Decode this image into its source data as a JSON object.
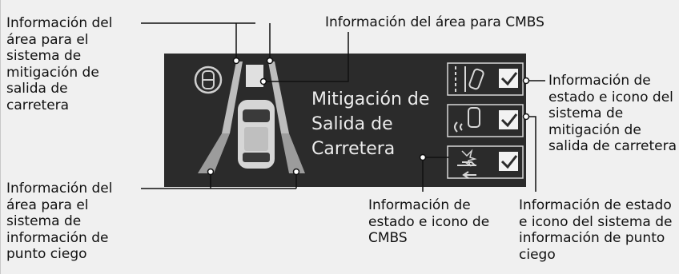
{
  "display": {
    "title_line1": "Mitigación de",
    "title_line2": "Salida de",
    "title_line3": "Carretera"
  },
  "callouts": {
    "rdm_area": [
      "Información del",
      "área para el",
      "sistema de",
      "mitigación de",
      "salida de",
      "carretera"
    ],
    "cmbs_area": [
      "Información del área para CMBS"
    ],
    "rdm_status": [
      "Información de",
      "estado e icono del",
      "sistema de",
      "mitigación de",
      "salida de carretera"
    ],
    "bsi_area": [
      "Información del",
      "área para el",
      "sistema de",
      "información de",
      "punto ciego"
    ],
    "cmbs_status": [
      "Información de",
      "estado e icono de",
      "CMBS"
    ],
    "bsi_status": [
      "Información de estado",
      "e icono del sistema de",
      "información de punto",
      "ciego"
    ]
  },
  "colors": {
    "screen_bg": "#2b2b2b",
    "leader_line": "#111111",
    "icon_stroke": "#d8d8d8",
    "check_fill": "#f2f2f2"
  },
  "icons": [
    "lane-departure-icon",
    "blind-spot-icon",
    "collision-icon",
    "steering-wheel-icon",
    "car-top-view-icon",
    "checkbox-icon"
  ]
}
